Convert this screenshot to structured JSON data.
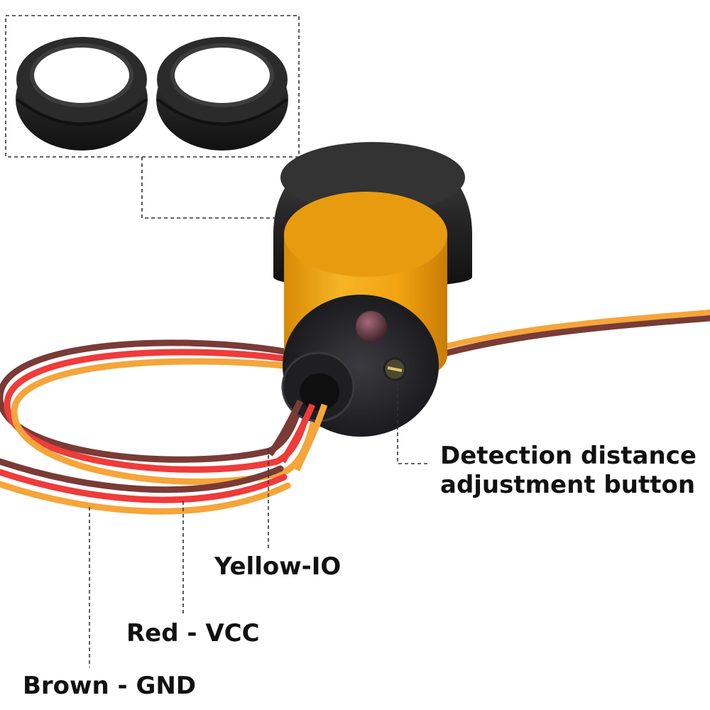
{
  "labels": {
    "detection_line1": "Detection distance",
    "detection_line2": "adjustment button",
    "yellow": "Yellow-IO",
    "red": "Red - VCC",
    "brown": "Brown - GND"
  },
  "colors": {
    "sensor_body": "#f2a311",
    "sensor_nut": "#222222",
    "wire_brown": "#7a3b36",
    "wire_red": "#ef3b3a",
    "wire_yellow": "#f5a53a",
    "callout_line": "#333333"
  },
  "icons": {
    "spare_nut_1": "hex-nut-icon",
    "spare_nut_2": "hex-nut-icon",
    "sensor": "photoelectric-sensor-icon"
  }
}
